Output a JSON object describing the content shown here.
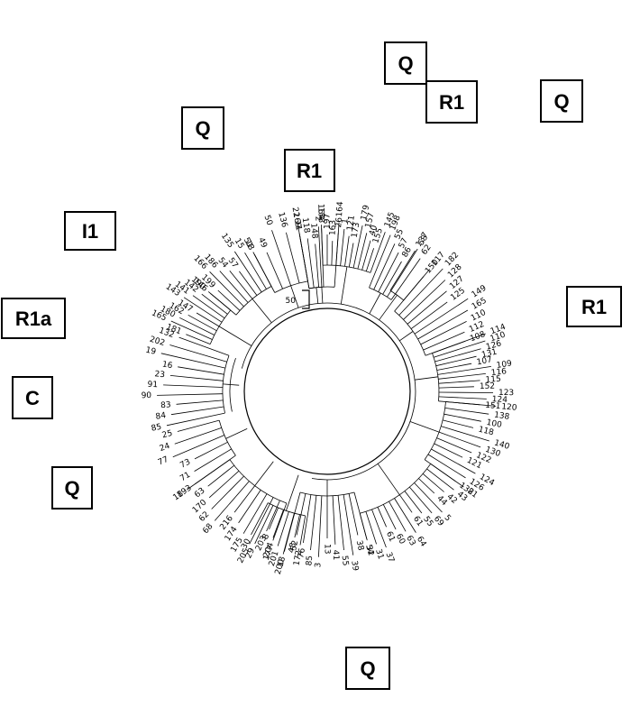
{
  "haplogroup_boxes": [
    "Q",
    "R1",
    "Q",
    "Q",
    "R1",
    "I1",
    "R1a",
    "C",
    "Q",
    "Q",
    "R1"
  ],
  "bracket_label": "50",
  "leaf_groups": [
    [
      "22",
      "2",
      "26"
    ],
    [
      "198",
      "55",
      "57",
      "86",
      "53",
      "62"
    ],
    [
      "137",
      "117"
    ],
    [
      "158",
      "197",
      "163",
      "164",
      "1",
      "121",
      "173",
      "179",
      "157",
      "40",
      "155",
      "145"
    ],
    [
      "169",
      "118",
      "148",
      "164"
    ],
    [
      "51",
      "49",
      "50",
      "136",
      "11"
    ],
    [
      "190",
      "199",
      "166",
      "186",
      "54",
      "57",
      "135",
      "15",
      "18"
    ],
    [
      "181",
      "165",
      "180",
      "162",
      "147",
      "143",
      "141",
      "142",
      "146"
    ],
    [
      "150",
      "182",
      "128",
      "127",
      "125",
      "149",
      "165",
      "110",
      "112",
      "114"
    ],
    [
      "108",
      "110",
      "126",
      "131",
      "107",
      "109",
      "116",
      "115",
      "152",
      "123",
      "124",
      "151"
    ],
    [
      "120",
      "138",
      "100",
      "118",
      "140",
      "130",
      "122",
      "121",
      "124",
      "126",
      "132"
    ],
    [
      "81",
      "43",
      "42",
      "44",
      "5",
      "69",
      "55",
      "61",
      "64",
      "63",
      "60",
      "61",
      "37",
      "31",
      "32"
    ],
    [
      "85",
      "84",
      "83",
      "90",
      "91",
      "23",
      "16",
      "19",
      "202",
      "132"
    ],
    [
      "193",
      "71",
      "73",
      "77",
      "24",
      "25"
    ],
    [
      "177",
      "203",
      "205",
      "175",
      "174",
      "216",
      "68",
      "62",
      "170",
      "63",
      "18"
    ],
    [
      "172",
      "48",
      "200",
      "201",
      "204",
      "8",
      "29",
      "30"
    ],
    [
      "54",
      "38",
      "39",
      "55",
      "41",
      "13",
      "3",
      "85",
      "76",
      "52",
      "18"
    ]
  ]
}
